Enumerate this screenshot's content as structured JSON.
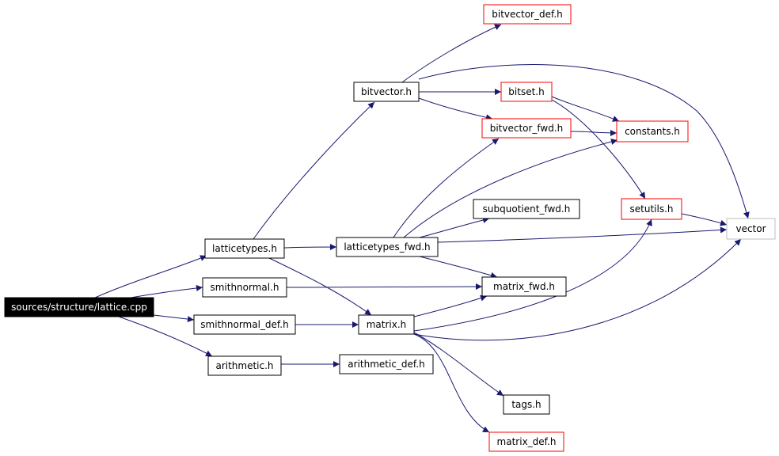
{
  "graph": {
    "nodes": [
      {
        "id": "lattice_cpp",
        "label": "sources/structure/lattice.cpp",
        "style": "root"
      },
      {
        "id": "latticetypes_h",
        "label": "latticetypes.h",
        "style": "normal"
      },
      {
        "id": "smithnormal_h",
        "label": "smithnormal.h",
        "style": "normal"
      },
      {
        "id": "smithnormal_def_h",
        "label": "smithnormal_def.h",
        "style": "normal"
      },
      {
        "id": "arithmetic_h",
        "label": "arithmetic.h",
        "style": "normal"
      },
      {
        "id": "bitvector_h",
        "label": "bitvector.h",
        "style": "normal"
      },
      {
        "id": "latticetypes_fwd_h",
        "label": "latticetypes_fwd.h",
        "style": "normal"
      },
      {
        "id": "matrix_h",
        "label": "matrix.h",
        "style": "normal"
      },
      {
        "id": "arithmetic_def_h",
        "label": "arithmetic_def.h",
        "style": "normal"
      },
      {
        "id": "bitvector_def_h",
        "label": "bitvector_def.h",
        "style": "red"
      },
      {
        "id": "bitset_h",
        "label": "bitset.h",
        "style": "red"
      },
      {
        "id": "bitvector_fwd_h",
        "label": "bitvector_fwd.h",
        "style": "red"
      },
      {
        "id": "subquotient_fwd_h",
        "label": "subquotient_fwd.h",
        "style": "normal"
      },
      {
        "id": "matrix_fwd_h",
        "label": "matrix_fwd.h",
        "style": "normal"
      },
      {
        "id": "tags_h",
        "label": "tags.h",
        "style": "normal"
      },
      {
        "id": "matrix_def_h",
        "label": "matrix_def.h",
        "style": "red"
      },
      {
        "id": "constants_h",
        "label": "constants.h",
        "style": "red"
      },
      {
        "id": "setutils_h",
        "label": "setutils.h",
        "style": "red"
      },
      {
        "id": "vector",
        "label": "vector",
        "style": "gray"
      }
    ],
    "edges": [
      {
        "from": "lattice_cpp",
        "to": "latticetypes_h"
      },
      {
        "from": "lattice_cpp",
        "to": "smithnormal_h"
      },
      {
        "from": "lattice_cpp",
        "to": "smithnormal_def_h"
      },
      {
        "from": "lattice_cpp",
        "to": "arithmetic_h"
      },
      {
        "from": "latticetypes_h",
        "to": "bitvector_h"
      },
      {
        "from": "latticetypes_h",
        "to": "latticetypes_fwd_h"
      },
      {
        "from": "latticetypes_h",
        "to": "matrix_h"
      },
      {
        "from": "smithnormal_h",
        "to": "matrix_fwd_h"
      },
      {
        "from": "smithnormal_def_h",
        "to": "matrix_h"
      },
      {
        "from": "arithmetic_h",
        "to": "arithmetic_def_h"
      },
      {
        "from": "bitvector_h",
        "to": "bitvector_def_h"
      },
      {
        "from": "bitvector_h",
        "to": "bitset_h"
      },
      {
        "from": "bitvector_h",
        "to": "bitvector_fwd_h"
      },
      {
        "from": "bitvector_h",
        "to": "vector"
      },
      {
        "from": "bitset_h",
        "to": "constants_h"
      },
      {
        "from": "bitset_h",
        "to": "setutils_h"
      },
      {
        "from": "bitvector_fwd_h",
        "to": "constants_h"
      },
      {
        "from": "latticetypes_fwd_h",
        "to": "bitvector_fwd_h"
      },
      {
        "from": "latticetypes_fwd_h",
        "to": "constants_h"
      },
      {
        "from": "latticetypes_fwd_h",
        "to": "subquotient_fwd_h"
      },
      {
        "from": "latticetypes_fwd_h",
        "to": "vector"
      },
      {
        "from": "latticetypes_fwd_h",
        "to": "matrix_fwd_h"
      },
      {
        "from": "matrix_h",
        "to": "matrix_fwd_h"
      },
      {
        "from": "matrix_h",
        "to": "setutils_h"
      },
      {
        "from": "matrix_h",
        "to": "vector"
      },
      {
        "from": "matrix_h",
        "to": "tags_h"
      },
      {
        "from": "matrix_h",
        "to": "matrix_def_h"
      },
      {
        "from": "setutils_h",
        "to": "vector"
      }
    ],
    "colors": {
      "edge": "#191970",
      "root_fill": "#000000",
      "normal_border": "#000000",
      "red_border": "#ff0000",
      "gray_border": "#bfbfbf"
    }
  }
}
